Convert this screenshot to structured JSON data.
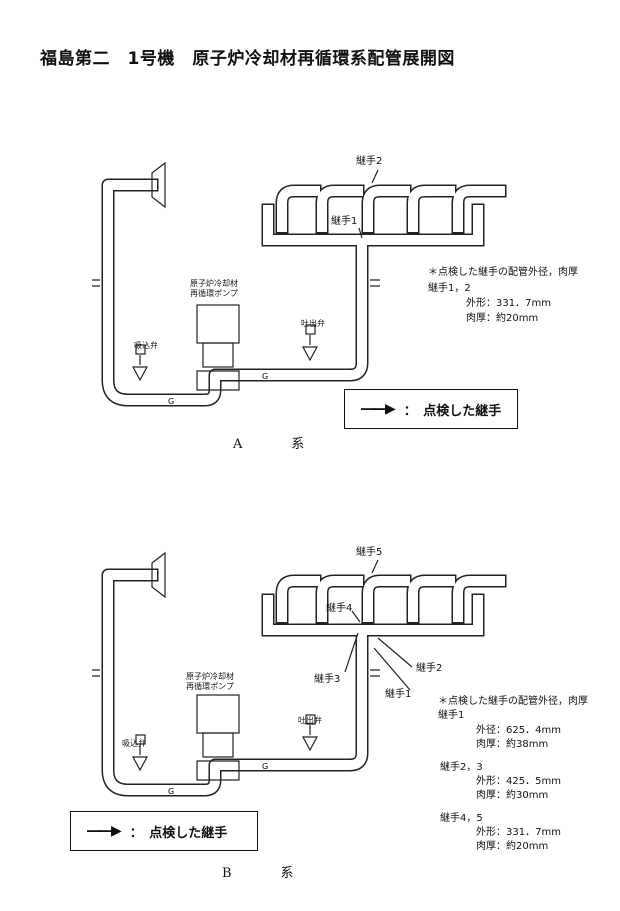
{
  "title": "福島第二　1号機　原子炉冷却材再循環系配管展開図",
  "systemA": {
    "caption": "A　系",
    "pump_label": "原子炉冷却材\n再循環ポンプ",
    "suction_valve": "吸込弁",
    "discharge_valve": "吐出弁",
    "joint_labels": [
      "継手2",
      "継手1"
    ],
    "spec_heading": "＊点検した継手の配管外径，肉厚",
    "spec_groups": [
      {
        "joints": "継手1，2",
        "outer": "外形：331．7mm",
        "thickness": "肉厚：約20mm"
      }
    ],
    "legend": {
      "arrow": "――▶",
      "text": "：　点検した継手"
    }
  },
  "systemB": {
    "caption": "B　系",
    "pump_label": "原子炉冷却材\n再循環ポンプ",
    "suction_valve": "吸込弁",
    "discharge_valve": "吐出弁",
    "joint_labels": [
      "継手5",
      "継手4",
      "継手3",
      "継手2",
      "継手1"
    ],
    "spec_heading": "＊点検した継手の配管外径，肉厚",
    "spec_groups": [
      {
        "joints": "継手1",
        "outer": "外径：625．4mm",
        "thickness": "肉厚：約38mm"
      },
      {
        "joints": "継手2，3",
        "outer": "外形：425．5mm",
        "thickness": "肉厚：約30mm"
      },
      {
        "joints": "継手4，5",
        "outer": "外形：331．7mm",
        "thickness": "肉厚：約20mm"
      }
    ],
    "legend": {
      "arrow": "――▶",
      "text": "：　点検した継手"
    }
  }
}
